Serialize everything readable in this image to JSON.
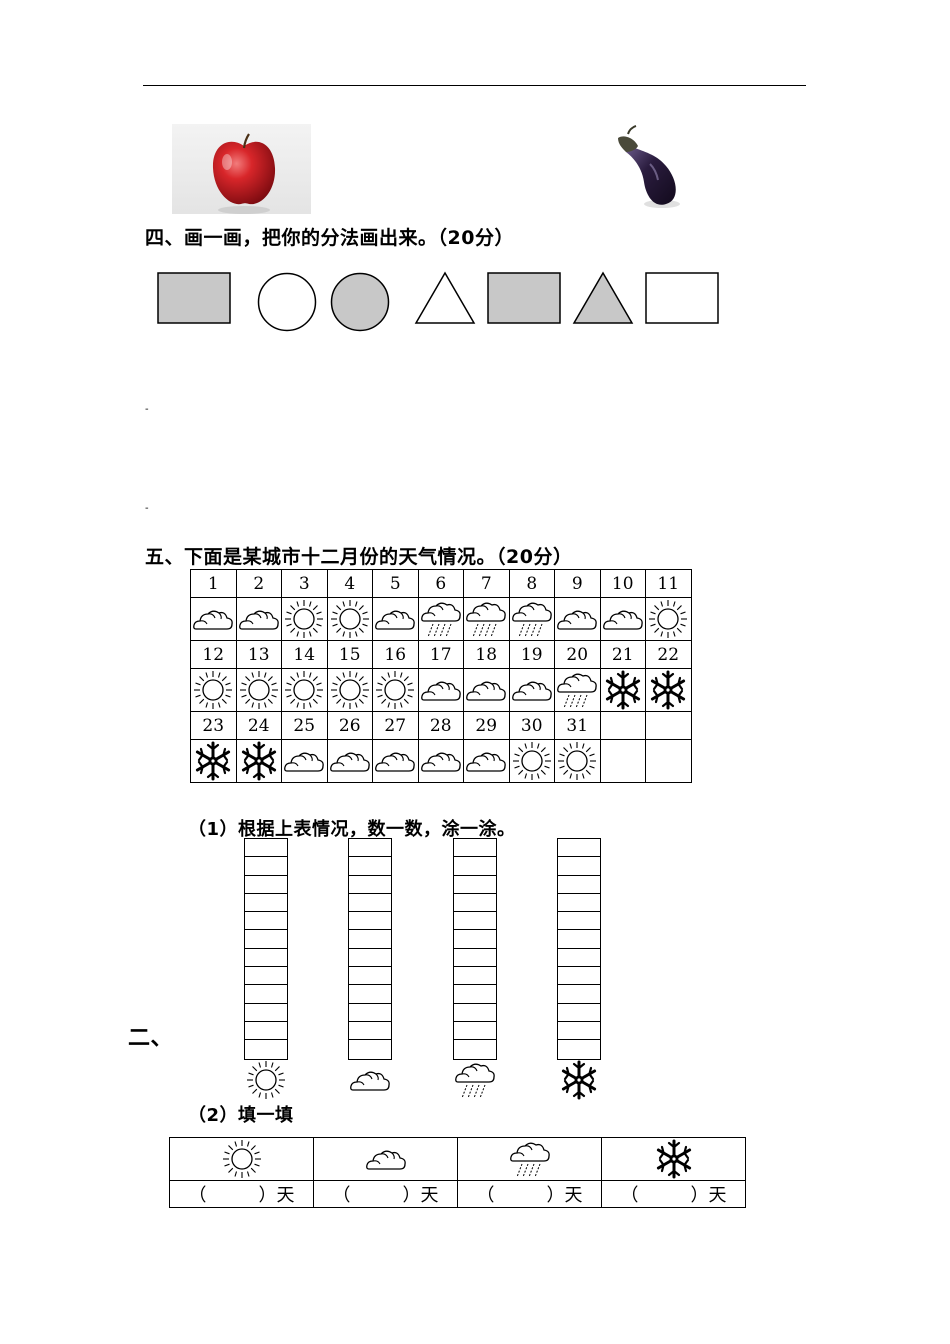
{
  "section4": {
    "heading": "四、画一画，把你的分法画出来。（20分）"
  },
  "shapes": [
    {
      "kind": "square",
      "fill": "#c8c8c8"
    },
    {
      "kind": "circle",
      "fill": "#ffffff"
    },
    {
      "kind": "circle",
      "fill": "#c8c8c8"
    },
    {
      "kind": "triangle",
      "fill": "#ffffff"
    },
    {
      "kind": "square",
      "fill": "#c8c8c8"
    },
    {
      "kind": "triangle",
      "fill": "#c8c8c8"
    },
    {
      "kind": "square",
      "fill": "#ffffff"
    }
  ],
  "section5": {
    "heading": "五、下面是某城市十二月份的天气情况。（20分）"
  },
  "calendar": {
    "rows": [
      {
        "days": [
          "1",
          "2",
          "3",
          "4",
          "5",
          "6",
          "7",
          "8",
          "9",
          "10",
          "11"
        ],
        "weather": [
          "cloudy",
          "cloudy",
          "sunny",
          "sunny",
          "cloudy",
          "rainy",
          "rainy",
          "rainy",
          "cloudy",
          "cloudy",
          "sunny"
        ]
      },
      {
        "days": [
          "12",
          "13",
          "14",
          "15",
          "16",
          "17",
          "18",
          "19",
          "20",
          "21",
          "22"
        ],
        "weather": [
          "sunny",
          "sunny",
          "sunny",
          "sunny",
          "sunny",
          "cloudy",
          "cloudy",
          "cloudy",
          "rainy",
          "snowy",
          "snowy"
        ]
      },
      {
        "days": [
          "23",
          "24",
          "25",
          "26",
          "27",
          "28",
          "29",
          "30",
          "31",
          "",
          ""
        ],
        "weather": [
          "snowy",
          "snowy",
          "cloudy",
          "cloudy",
          "cloudy",
          "cloudy",
          "cloudy",
          "sunny",
          "sunny",
          "",
          ""
        ]
      }
    ]
  },
  "part1": {
    "label": "（1）根据上表情况，数一数，涂一涂。"
  },
  "bar_columns": {
    "cells": 12,
    "icons": [
      "sunny",
      "cloudy",
      "rainy",
      "snowy"
    ]
  },
  "part2": {
    "label": "（2）填一填"
  },
  "fill_table": {
    "icons": [
      "sunny",
      "cloudy",
      "rainy",
      "snowy"
    ],
    "open": "（",
    "close": "）天"
  },
  "stray_label": "二、",
  "dashes": [
    "-",
    "-"
  ]
}
